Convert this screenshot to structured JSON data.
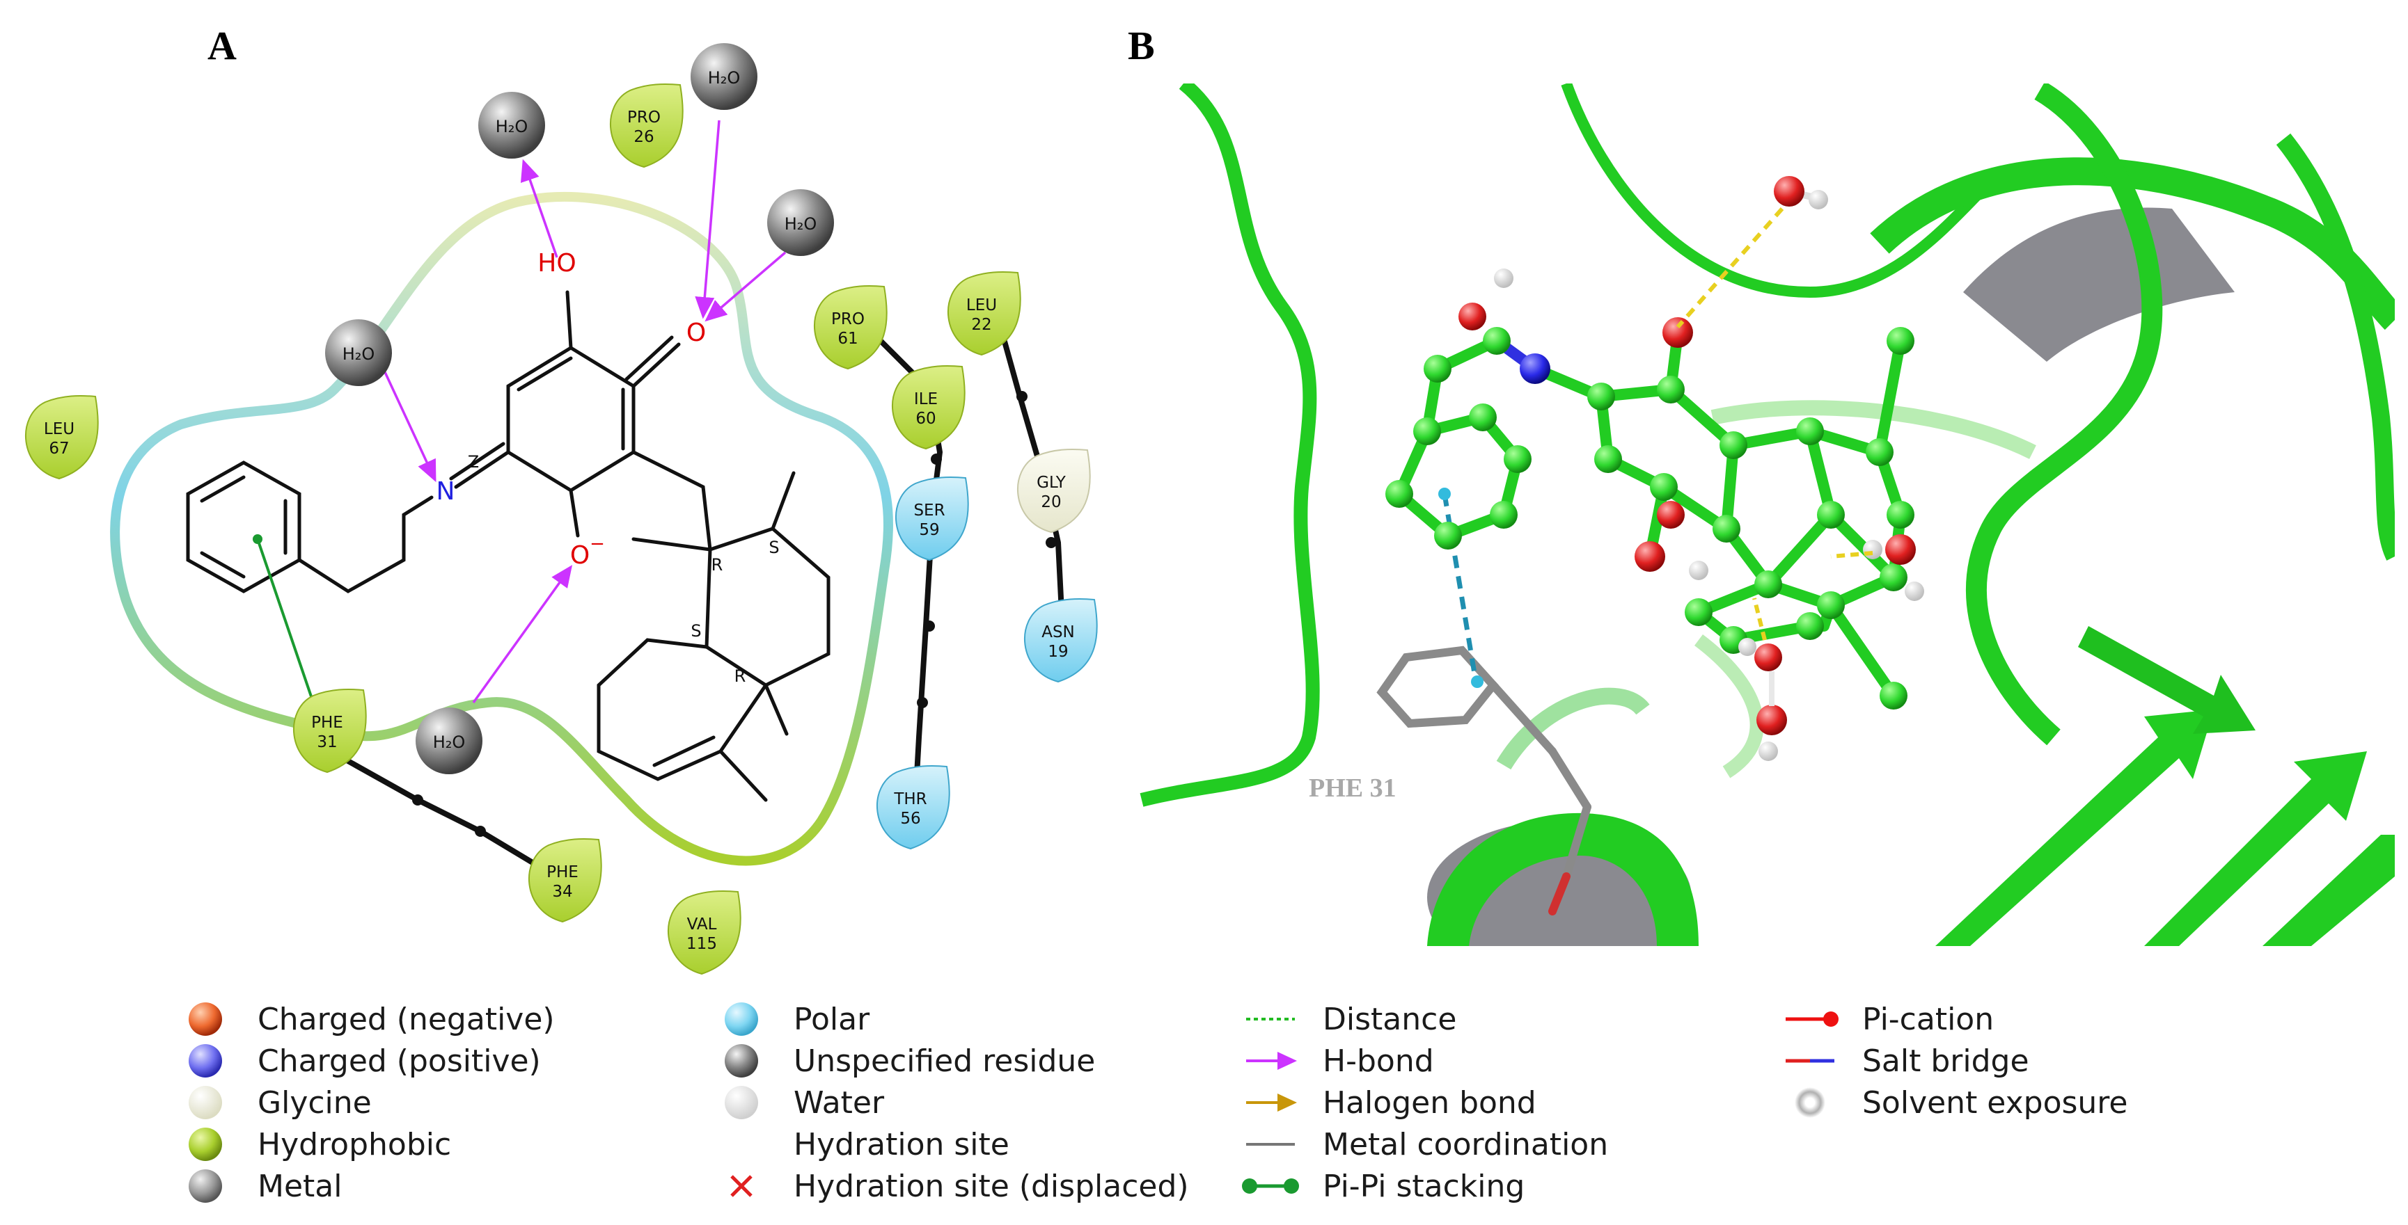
{
  "panels": {
    "a_label": "A",
    "b_label": "B"
  },
  "ligand_2d": {
    "atom_labels": {
      "hydroxyl": "HO",
      "carbonyl_o": "O",
      "imine_n": "N",
      "oxide_o": "O",
      "oxide_charge": "−",
      "stereo_z": "Z",
      "stereo_r1": "R",
      "stereo_s1": "S",
      "stereo_s2": "S",
      "stereo_r2": "R"
    },
    "waters": [
      {
        "id": "w1",
        "label": "H₂O"
      },
      {
        "id": "w2",
        "label": "H₂O"
      },
      {
        "id": "w3",
        "label": "H₂O"
      },
      {
        "id": "w4",
        "label": "H₂O"
      },
      {
        "id": "w5",
        "label": "H₂O"
      }
    ],
    "residues": [
      {
        "id": "pro26",
        "name": "PRO",
        "num": "26",
        "type": "hydrophobic"
      },
      {
        "id": "leu67",
        "name": "LEU",
        "num": "67",
        "type": "hydrophobic"
      },
      {
        "id": "pro61",
        "name": "PRO",
        "num": "61",
        "type": "hydrophobic"
      },
      {
        "id": "ile60",
        "name": "ILE",
        "num": "60",
        "type": "hydrophobic"
      },
      {
        "id": "leu22",
        "name": "LEU",
        "num": "22",
        "type": "hydrophobic"
      },
      {
        "id": "gly20",
        "name": "GLY",
        "num": "20",
        "type": "glycine"
      },
      {
        "id": "ser59",
        "name": "SER",
        "num": "59",
        "type": "polar"
      },
      {
        "id": "asn19",
        "name": "ASN",
        "num": "19",
        "type": "polar"
      },
      {
        "id": "thr56",
        "name": "THR",
        "num": "56",
        "type": "polar"
      },
      {
        "id": "phe31",
        "name": "PHE",
        "num": "31",
        "type": "hydrophobic"
      },
      {
        "id": "phe34",
        "name": "PHE",
        "num": "34",
        "type": "hydrophobic"
      },
      {
        "id": "val115",
        "name": "VAL",
        "num": "115",
        "type": "hydrophobic"
      }
    ]
  },
  "structure_3d": {
    "residue_label": "PHE  31"
  },
  "colors": {
    "hydrophobic": "#b5d334",
    "polar": "#7dd3ee",
    "glycine": "#f0f0dc",
    "hbond": "#cc33ff",
    "pipi": "#1a9a30",
    "ribbon": "#22cc22",
    "helix_gray": "#8a8a90"
  },
  "legend": {
    "col1": [
      {
        "id": "charged_negative",
        "label": "Charged (negative)",
        "color": "#e8501e"
      },
      {
        "id": "charged_positive",
        "label": "Charged (positive)",
        "color": "#6c6cf4"
      },
      {
        "id": "glycine",
        "label": "Glycine",
        "color": "#f1f1e0"
      },
      {
        "id": "hydrophobic",
        "label": "Hydrophobic",
        "color": "#a9cf2e"
      },
      {
        "id": "metal",
        "label": "Metal",
        "color": "#8e8e8e"
      }
    ],
    "col2": [
      {
        "id": "polar",
        "label": "Polar",
        "color": "#6fd0f0"
      },
      {
        "id": "unspecified_residue",
        "label": "Unspecified residue",
        "color": "#6e6e6e"
      },
      {
        "id": "water",
        "label": "Water",
        "color": "#dcdcdc"
      },
      {
        "id": "hydration_site",
        "label": "Hydration site",
        "color": "#ffffff"
      },
      {
        "id": "hydration_site_displaced",
        "label": "Hydration site (displaced)",
        "color": "#e02020"
      }
    ],
    "col3": [
      {
        "id": "distance",
        "label": "Distance",
        "color": "#22bb22"
      },
      {
        "id": "hbond",
        "label": "H-bond",
        "color": "#cc33ff"
      },
      {
        "id": "halogen_bond",
        "label": "Halogen bond",
        "color": "#c8960a"
      },
      {
        "id": "metal_coordination",
        "label": "Metal coordination",
        "color": "#777777"
      },
      {
        "id": "pipi_stacking",
        "label": "Pi-Pi stacking",
        "color": "#1a9a30"
      }
    ],
    "col4": [
      {
        "id": "pi_cation",
        "label": "Pi-cation",
        "color": "#ee1111"
      },
      {
        "id": "salt_bridge",
        "label": "Salt bridge",
        "color": "#d0303c"
      },
      {
        "id": "solvent_exposure",
        "label": "Solvent exposure",
        "color": "#bbbbbb"
      }
    ]
  }
}
